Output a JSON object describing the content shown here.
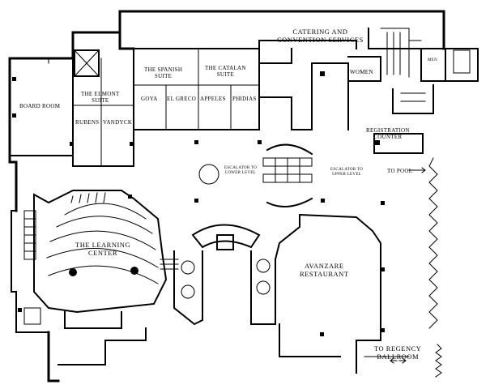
{
  "rooms": {
    "board_room": "Board Room",
    "duke_suite": [
      "The Elmont",
      "Suite"
    ],
    "rubens": "Rubens",
    "vandyck": "Vandyck",
    "spanish_suite": [
      "The Spanish",
      "Suite"
    ],
    "goya": "Goya",
    "el_greco": "El Greco",
    "catalan_suite": [
      "The Catalan",
      "Suite"
    ],
    "appeles": "Appeles",
    "phidias": "Phidias",
    "catering": [
      "Catering and",
      "Convention Services"
    ],
    "women": "Women",
    "men": "Men",
    "registration": [
      "Registration",
      "Counter"
    ],
    "to_pool": "To Pool",
    "learning_center": [
      "The Learning",
      "Center"
    ],
    "avanzare": [
      "Avanzare",
      "Restaurant"
    ],
    "to_regency": [
      "To Regency",
      "Ballroom"
    ],
    "escalator_down": [
      "Escalator to",
      "Lower Level"
    ],
    "escalator_up": [
      "Escalator to",
      "Upper Level"
    ]
  }
}
